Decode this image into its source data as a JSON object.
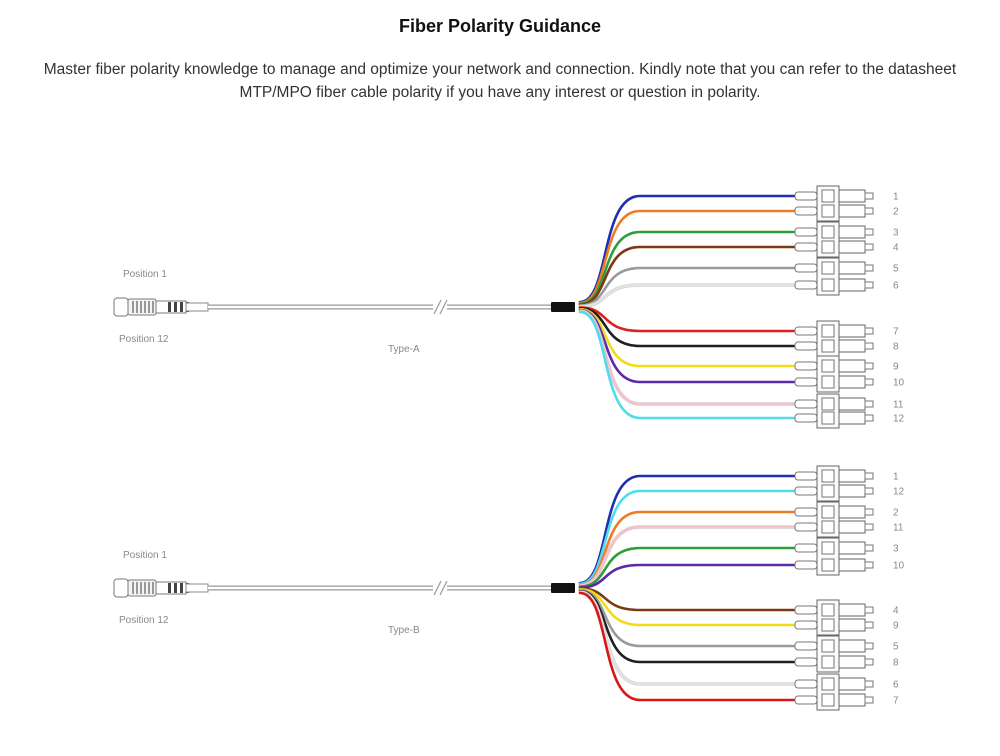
{
  "page": {
    "title": "Fiber Polarity Guidance",
    "intro": "Master fiber polarity knowledge to manage and optimize your network and connection. Kindly note that you can refer to the datasheet MTP/MPO fiber cable polarity if you have any interest or question in polarity."
  },
  "diagrams": [
    {
      "type_label": "Type-A",
      "position_top": "Position 1",
      "position_bottom": "Position 12",
      "fibers": [
        {
          "label": "1",
          "color": "#1f2fb0"
        },
        {
          "label": "2",
          "color": "#f07b22"
        },
        {
          "label": "3",
          "color": "#2e9e3a"
        },
        {
          "label": "4",
          "color": "#7a3a14"
        },
        {
          "label": "5",
          "color": "#9a9a9a"
        },
        {
          "label": "6",
          "color": "#e2e2e2"
        },
        {
          "label": "7",
          "color": "#e02020"
        },
        {
          "label": "8",
          "color": "#202020"
        },
        {
          "label": "9",
          "color": "#f2dc1a"
        },
        {
          "label": "10",
          "color": "#5a2aa8"
        },
        {
          "label": "11",
          "color": "#f3c2cc"
        },
        {
          "label": "12",
          "color": "#4fdcec"
        }
      ]
    },
    {
      "type_label": "Type-B",
      "position_top": "Position 1",
      "position_bottom": "Position 12",
      "fibers": [
        {
          "label": "1",
          "color": "#1f2fb0"
        },
        {
          "label": "12",
          "color": "#4fdcec"
        },
        {
          "label": "2",
          "color": "#f07b22"
        },
        {
          "label": "11",
          "color": "#f3c2cc"
        },
        {
          "label": "3",
          "color": "#2e9e3a"
        },
        {
          "label": "10",
          "color": "#5a2aa8"
        },
        {
          "label": "4",
          "color": "#7a3a14"
        },
        {
          "label": "9",
          "color": "#f2dc1a"
        },
        {
          "label": "5",
          "color": "#9a9a9a"
        },
        {
          "label": "8",
          "color": "#202020"
        },
        {
          "label": "6",
          "color": "#e2e2e2"
        },
        {
          "label": "7",
          "color": "#d81818"
        }
      ]
    }
  ]
}
